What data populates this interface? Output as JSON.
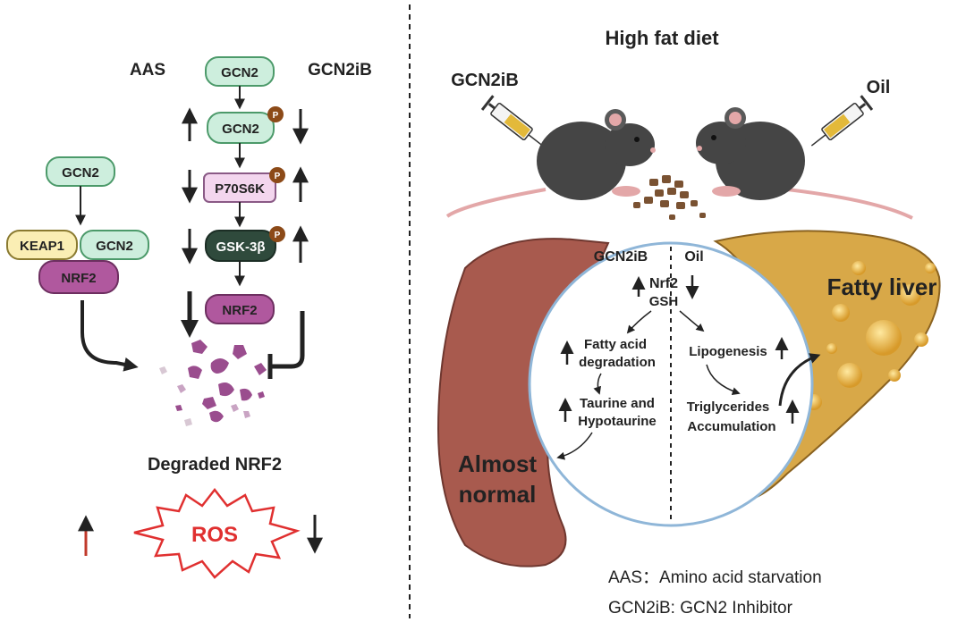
{
  "left_panel": {
    "aas_label": "AAS",
    "gcn2ib_label": "GCN2iB",
    "pathway": {
      "gcn2_top": "GCN2",
      "gcn2_phospho": "GCN2",
      "p70s6k": "P70S6K",
      "gsk3b": "GSK-3β",
      "nrf2": "NRF2",
      "phospho_mark": "P"
    },
    "keap_complex": {
      "gcn2_free": "GCN2",
      "keap1": "KEAP1",
      "gcn2_bound": "GCN2",
      "nrf2": "NRF2"
    },
    "degraded_label": "Degraded NRF2",
    "ros_label": "ROS"
  },
  "right_panel": {
    "title": "High fat diet",
    "gcn2ib_label": "GCN2iB",
    "oil_label": "Oil",
    "fatty_liver_label": "Fatty liver",
    "almost_normal_line1": "Almost",
    "almost_normal_line2": "normal",
    "circle": {
      "left_header": "GCN2iB",
      "right_header": "Oil",
      "nrf2": "Nrf2",
      "gsh": "GSH",
      "fatty_acid_line1": "Fatty acid",
      "fatty_acid_line2": "degradation",
      "taurine_line1": "Taurine and",
      "taurine_line2": "Hypotaurine",
      "lipogenesis": "Lipogenesis",
      "triglycerides_line1": "Triglycerides",
      "triglycerides_line2": "Accumulation"
    },
    "legend": {
      "aas": "AAS：Amino acid starvation",
      "gcn2ib": "GCN2iB: GCN2 Inhibitor"
    }
  },
  "colors": {
    "gcn2_fill": "#cdeedd",
    "gcn2_stroke": "#4c9a6a",
    "p70_fill": "#f3d6ee",
    "gsk_fill": "#2f4a3c",
    "nrf2_fill": "#b0589e",
    "keap1_fill": "#faeeb4",
    "phospho": "#8c4a18",
    "ros_red": "#e03030",
    "up_red": "#c0392b",
    "liver_normal": "#a85a4e",
    "liver_fatty": "#d8a848",
    "mouse": "#454545"
  }
}
